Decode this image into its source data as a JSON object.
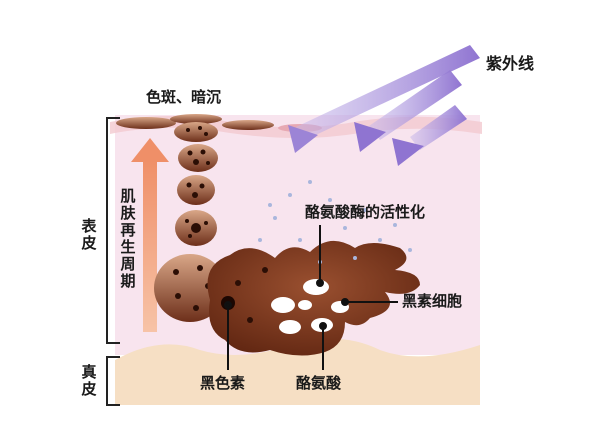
{
  "labels": {
    "uv": "紫外线",
    "spots": "色斑、暗沉",
    "renewal": "肌肤再生周期",
    "enzyme": "酪氨酸酶的活性化",
    "melanocyte": "黑素细胞",
    "melanin": "黑色素",
    "tyrosine": "酪氨酸",
    "epidermis": "表皮",
    "dermis": "真皮"
  },
  "colors": {
    "epidermis_bg": "#f8e4ee",
    "dermis_bg": "#f6dfc4",
    "uv_arrow": "#a992d8",
    "melanocyte": "#7a3a20",
    "renewal_arrow": "#f29f7a"
  }
}
